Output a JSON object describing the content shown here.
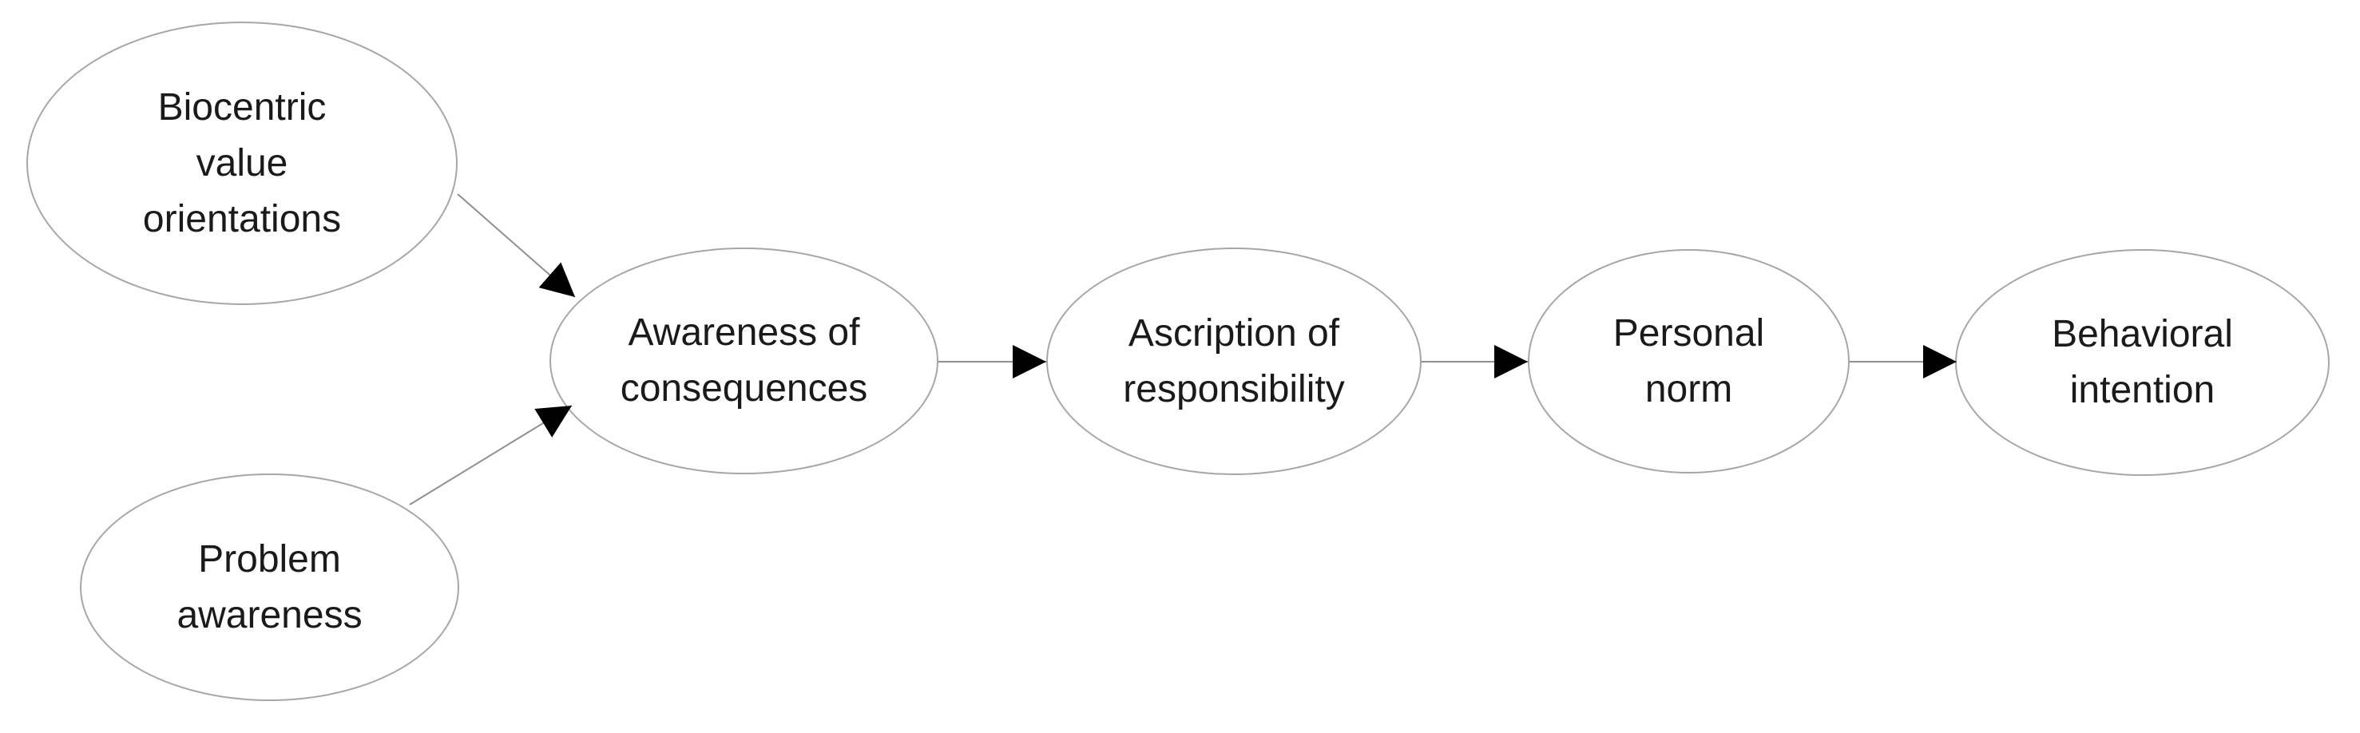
{
  "diagram": {
    "colors": {
      "background": "#ffffff",
      "node_fill": "#ffffff",
      "node_border": "#a6a6a6",
      "connector_line": "#8f8f8f",
      "arrowhead": "#000000",
      "text": "#1a1a1a"
    },
    "nodes": [
      {
        "id": "biocentric-value-orientations",
        "label": "Biocentric\nvalue\norientations"
      },
      {
        "id": "problem-awareness",
        "label": "Problem\nawareness"
      },
      {
        "id": "awareness-of-consequences",
        "label": "Awareness of\nconsequences"
      },
      {
        "id": "ascription-of-responsibility",
        "label": "Ascription of\nresponsibility"
      },
      {
        "id": "personal-norm",
        "label": "Personal\nnorm"
      },
      {
        "id": "behavioral-intention",
        "label": "Behavioral\nintention"
      }
    ],
    "edges": [
      {
        "from": "biocentric-value-orientations",
        "to": "awareness-of-consequences",
        "style": "solid line, filled black triangular arrowhead"
      },
      {
        "from": "problem-awareness",
        "to": "awareness-of-consequences",
        "style": "solid line, filled black triangular arrowhead"
      },
      {
        "from": "awareness-of-consequences",
        "to": "ascription-of-responsibility",
        "style": "solid line, filled black triangular arrowhead"
      },
      {
        "from": "ascription-of-responsibility",
        "to": "personal-norm",
        "style": "solid line, filled black triangular arrowhead"
      },
      {
        "from": "personal-norm",
        "to": "behavioral-intention",
        "style": "solid line, filled black triangular arrowhead"
      }
    ]
  }
}
